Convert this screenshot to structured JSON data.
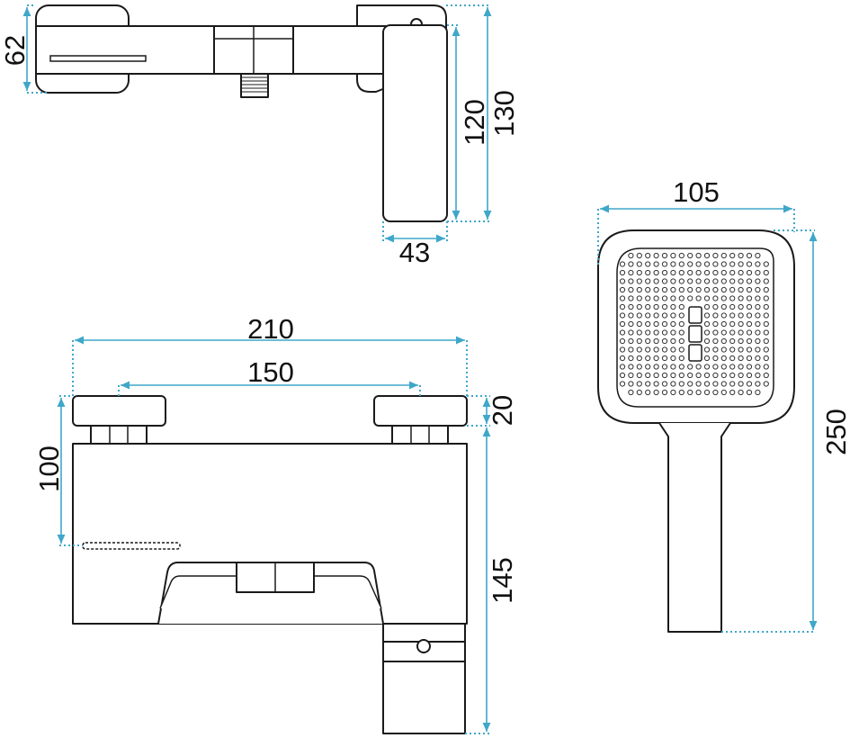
{
  "dimensions": {
    "top_height": "62",
    "top_spout_height": "120",
    "top_total_height": "130",
    "top_handle_width": "43",
    "front_total_width": "210",
    "front_center_distance": "150",
    "front_cap_height": "20",
    "front_body_height": "100",
    "front_outlet_depth": "145",
    "shower_head_width": "105",
    "shower_total_length": "250"
  },
  "colors": {
    "dimension_line": "#3fa7c9",
    "outline": "#1a1a1a",
    "background": "#ffffff"
  }
}
